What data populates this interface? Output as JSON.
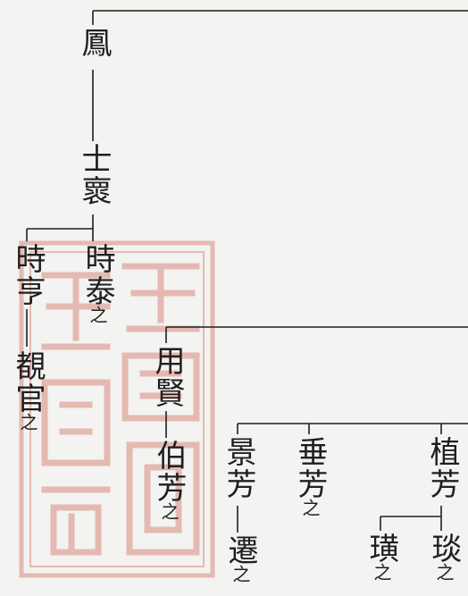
{
  "genealogy": {
    "feng": {
      "name": "鳳"
    },
    "shihuai": {
      "name": "士褱"
    },
    "shiheng": {
      "name": "時亨"
    },
    "shitai": {
      "name": "時泰",
      "suffix": "之"
    },
    "guanguan": {
      "name": "覩官",
      "suffix": "之"
    },
    "yongxian": {
      "name": "用賢"
    },
    "bofang": {
      "name": "伯芳",
      "suffix": "之"
    },
    "jingfang": {
      "name": "景芳"
    },
    "qian": {
      "name": "遷",
      "suffix": "之"
    },
    "chuifang": {
      "name": "垂芳",
      "suffix": "之"
    },
    "zhifang": {
      "name": "植芳"
    },
    "huang": {
      "name": "璜",
      "suffix": "之"
    },
    "tan": {
      "name": "琰",
      "suffix": "之"
    }
  },
  "colors": {
    "ink": "#1f1f1f",
    "paper": "#f3f3f1",
    "seal": "#d98a80"
  }
}
